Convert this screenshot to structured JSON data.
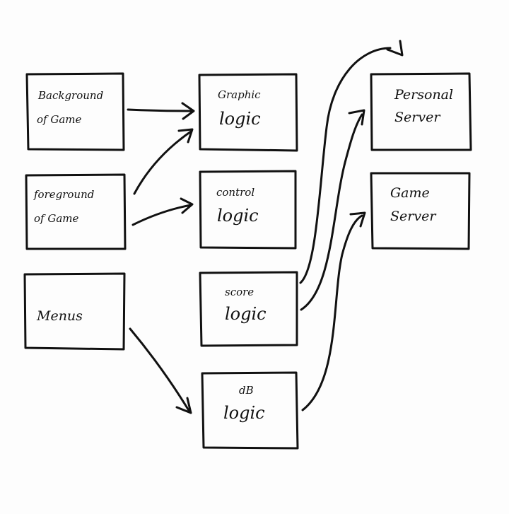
{
  "nodes": {
    "background": {
      "line1": "Background",
      "line2": "of Game"
    },
    "foreground": {
      "line1": "foreground",
      "line2": "of Game"
    },
    "menus": {
      "line1": "Menus"
    },
    "graphic": {
      "line1": "Graphic",
      "line2": "logic"
    },
    "control": {
      "line1": "control",
      "line2": "logic"
    },
    "score": {
      "line1": "score",
      "line2": "logic"
    },
    "db": {
      "line1": "dB",
      "line2": "logic"
    },
    "personal_server": {
      "line1": "Personal",
      "line2": "Server"
    },
    "game_server": {
      "line1": "Game",
      "line2": "Server"
    }
  },
  "colors": {
    "ink": "#111111",
    "paper": "#fdfdfd"
  }
}
